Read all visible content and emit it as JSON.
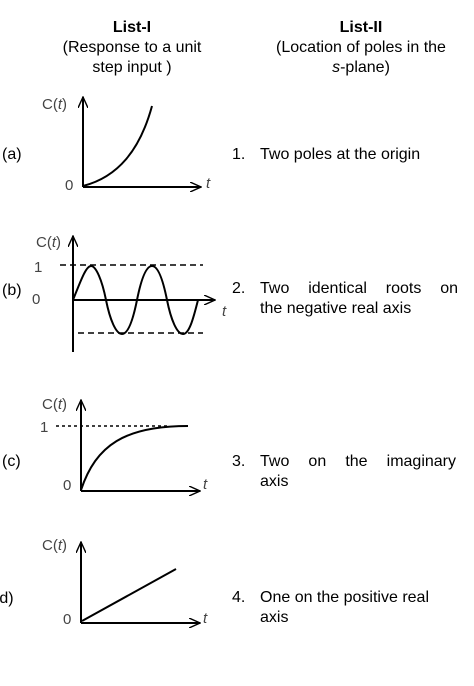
{
  "list1": {
    "title": "List-I",
    "line1": "(Response to a unit",
    "line2": "step input )"
  },
  "list2": {
    "title": "List-II",
    "line1": "(Location of poles in the",
    "line2_var": "s",
    "line2_rest": "-plane)"
  },
  "graph_labels": {
    "ylabel_prefix": "C(",
    "ylabel_var": "t",
    "ylabel_suffix": ")",
    "xlabel": "t",
    "zero": "0",
    "one": "1"
  },
  "graphs": [
    {
      "label": "(a)",
      "response": "exponentially increasing"
    },
    {
      "label": "(b)",
      "response": "sustained oscillation between 1 and -1"
    },
    {
      "label": "(c)",
      "response": "rises and settles at 1"
    },
    {
      "label": "(d)",
      "response": "ramp"
    }
  ],
  "options": [
    {
      "num": "1.",
      "lines": [
        "Two poles at the origin"
      ]
    },
    {
      "num": "2.",
      "lines": [
        "Two identical roots on",
        "the negative real axis"
      ]
    },
    {
      "num": "3.",
      "lines": [
        "Two on the imaginary",
        "axis"
      ]
    },
    {
      "num": "4.",
      "lines": [
        "One on the positive real",
        "axis"
      ]
    }
  ]
}
